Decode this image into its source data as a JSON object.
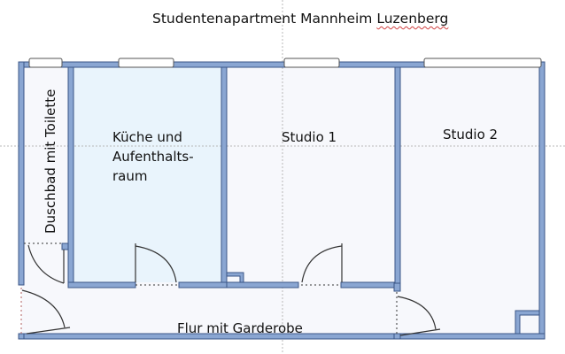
{
  "title": {
    "main": "Studentenapartment Mannheim ",
    "misspelled": "Luzenberg"
  },
  "rooms": {
    "bath": {
      "label": "Duschbad mit Toilette"
    },
    "kitchen": {
      "line1": "Küche und",
      "line2": "Aufenthalts-",
      "line3": "raum"
    },
    "studio1": {
      "label": "Studio 1"
    },
    "studio2": {
      "label": "Studio 2"
    },
    "hallway": {
      "label": "Flur mit Garderobe"
    }
  },
  "colors": {
    "wall_fill": "#8aa6d2",
    "wall_stroke": "#3b5687",
    "kitchen_fill": "#e9f4fc",
    "room_fill": "#f7f8fc",
    "window_fill": "#ffffff",
    "guide_line": "#b8b8b8",
    "door_arc": "#333333"
  }
}
